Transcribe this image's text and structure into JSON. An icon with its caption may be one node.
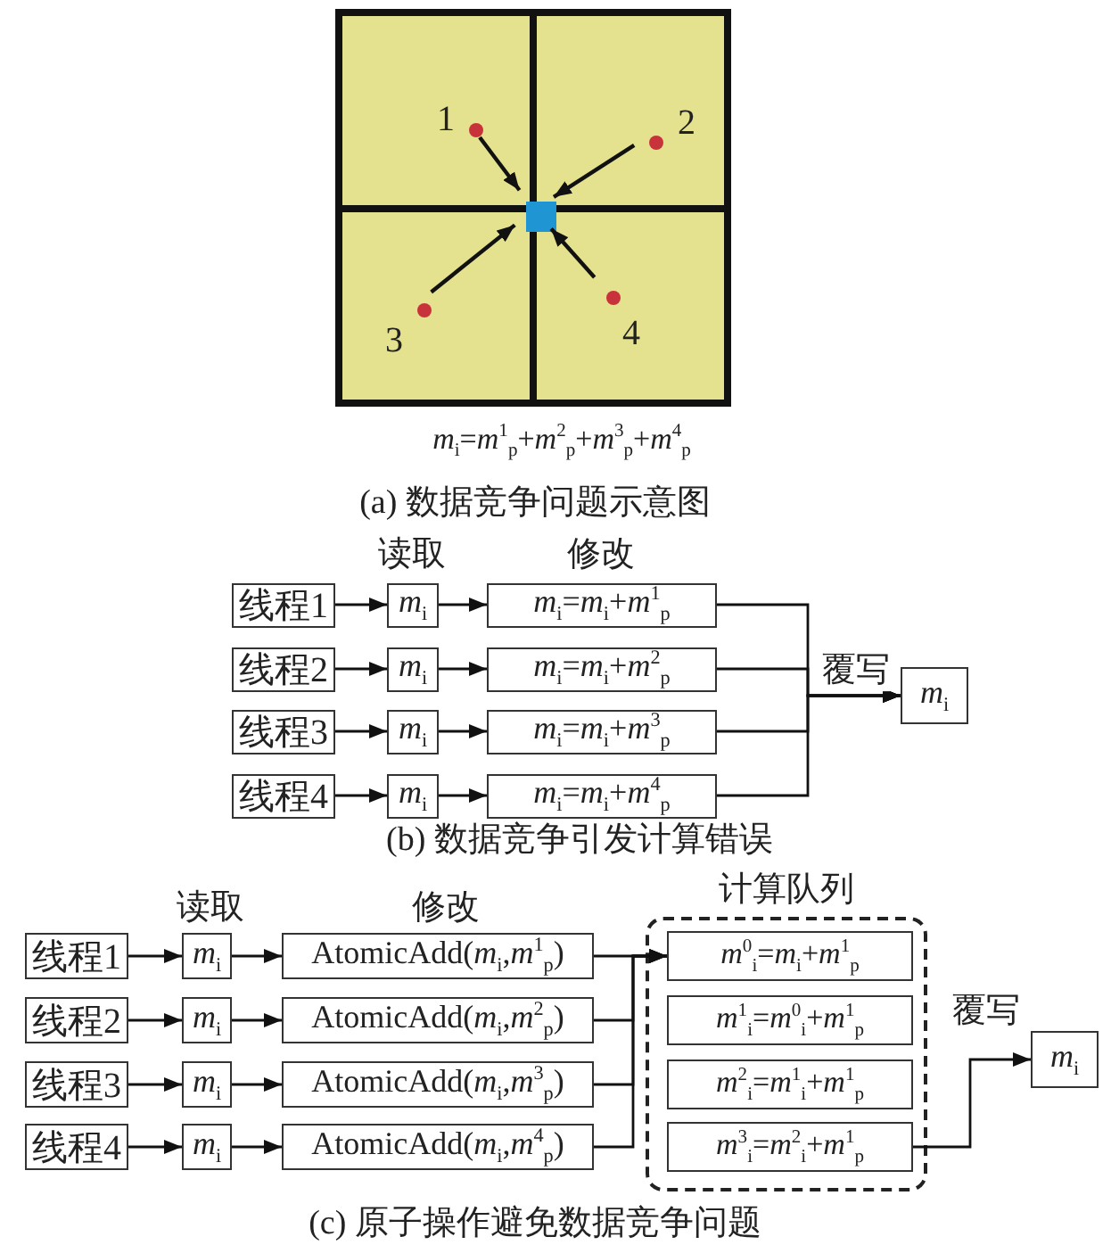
{
  "diagram": {
    "nodes": [
      {
        "text": [],
        "shape": "box"
      },
      {
        "text": [],
        "shape": "circle",
        "beside": [
          "1"
        ],
        "in": 0
      },
      {
        "text": [],
        "shape": "circle",
        "beside": [
          "2"
        ],
        "in": 0
      },
      {
        "text": [],
        "shape": "box",
        "in": 0
      },
      {
        "text": [],
        "shape": "circle",
        "beside": [
          "3"
        ],
        "in": 0
      },
      {
        "text": [],
        "shape": "circle",
        "beside": [
          "4"
        ],
        "in": 0
      },
      {
        "text": [
          "线程1"
        ]
      },
      {
        "text": [
          "*m*$_{i}$"
        ]
      },
      {
        "text": [
          "*m*$_{i}$=*m*$_{i}$+*m*$^{1}$$_{p}$"
        ]
      },
      {
        "text": [
          "线程2"
        ]
      },
      {
        "text": [
          "*m*$_{i}$"
        ]
      },
      {
        "text": [
          "*m*$_{i}$=*m*$_{i}$+*m*$^{2}$$_{p}$"
        ]
      },
      {
        "text": [
          "线程3"
        ]
      },
      {
        "text": [
          "*m*$_{i}$"
        ]
      },
      {
        "text": [
          "*m*$_{i}$=*m*$_{i}$+*m*$^{3}$$_{p}$"
        ]
      },
      {
        "text": [
          "线程4"
        ]
      },
      {
        "text": [
          "*m*$_{i}$"
        ]
      },
      {
        "text": [
          "*m*$_{i}$=*m*$_{i}$+*m*$^{4}$$_{p}$"
        ]
      },
      {
        "text": [
          "*m*$_{i}$"
        ]
      },
      {
        "text": [
          "线程1"
        ]
      },
      {
        "text": [
          "*m*$_{i}$"
        ]
      },
      {
        "text": [
          "AtomicAdd(*m*$_{i}$,*m*$^{1}$$_{p}$)"
        ]
      },
      {
        "text": [
          "计算队列"
        ]
      },
      {
        "text": [
          "*m*$^{0}$$_{i}$=*m*$_{i}$+*m*$^{1}$$_{p}$"
        ],
        "in": 22
      },
      {
        "text": [
          "线程2"
        ]
      },
      {
        "text": [
          "*m*$_{i}$"
        ]
      },
      {
        "text": [
          "AtomicAdd(*m*$_{i}$,*m*$^{2}$$_{p}$)"
        ]
      },
      {
        "text": [
          "*m*$^{1}$$_{i}$=*m*$^{0}$$_{i}$+*m*$^{1}$$_{p}$"
        ],
        "in": 22
      },
      {
        "text": [
          "线程3"
        ]
      },
      {
        "text": [
          "*m*$_{i}$"
        ]
      },
      {
        "text": [
          "AtomicAdd(*m*$_{i}$,*m*$^{3}$$_{p}$)"
        ]
      },
      {
        "text": [
          "*m*$^{2}$$_{i}$=*m*$^{1}$$_{i}$+*m*$^{1}$$_{p}$"
        ],
        "in": 22
      },
      {
        "text": [
          "线程4"
        ]
      },
      {
        "text": [
          "*m*$_{i}$"
        ]
      },
      {
        "text": [
          "AtomicAdd(*m*$_{i}$,*m*$^{4}$$_{p}$)"
        ]
      },
      {
        "text": [
          "*m*$^{3}$$_{i}$=*m*$^{2}$$_{i}$+*m*$^{1}$$_{p}$"
        ],
        "in": 22
      },
      {
        "text": [
          "*m*$_{i}$"
        ]
      }
    ],
    "edges": [
      {
        "from": 1,
        "to": 3,
        "arrow": "to"
      },
      {
        "from": 2,
        "to": 3,
        "arrow": "to"
      },
      {
        "from": 4,
        "to": 3,
        "arrow": "to"
      },
      {
        "from": 5,
        "to": 3,
        "arrow": "to"
      },
      {
        "from": 6,
        "to": 7,
        "arrow": "to"
      },
      {
        "from": 7,
        "to": 8,
        "arrow": "to"
      },
      {
        "from": 9,
        "to": 10,
        "arrow": "to"
      },
      {
        "from": 10,
        "to": 11,
        "arrow": "to"
      },
      {
        "from": 12,
        "to": 13,
        "arrow": "to"
      },
      {
        "from": 13,
        "to": 14,
        "arrow": "to"
      },
      {
        "from": 15,
        "to": 16,
        "arrow": "to"
      },
      {
        "from": 16,
        "to": 17,
        "arrow": "to"
      },
      {
        "from": 8,
        "to": 18,
        "arrow": "to",
        "label": "覆写"
      },
      {
        "from": 11,
        "to": 18,
        "arrow": "to"
      },
      {
        "from": 14,
        "to": 18,
        "arrow": "to"
      },
      {
        "from": 17,
        "to": 18,
        "arrow": "to"
      },
      {
        "from": 19,
        "to": 20,
        "arrow": "to"
      },
      {
        "from": 20,
        "to": 21,
        "arrow": "to"
      },
      {
        "from": 24,
        "to": 25,
        "arrow": "to"
      },
      {
        "from": 25,
        "to": 26,
        "arrow": "to"
      },
      {
        "from": 28,
        "to": 29,
        "arrow": "to"
      },
      {
        "from": 29,
        "to": 30,
        "arrow": "to"
      },
      {
        "from": 32,
        "to": 33,
        "arrow": "to"
      },
      {
        "from": 33,
        "to": 34,
        "arrow": "to"
      },
      {
        "from": 21,
        "to": 23,
        "arrow": "to"
      },
      {
        "from": 26,
        "to": 23,
        "arrow": "to"
      },
      {
        "from": 30,
        "to": 23,
        "arrow": "to"
      },
      {
        "from": 34,
        "to": 23,
        "arrow": "to"
      },
      {
        "from": 35,
        "to": 36,
        "arrow": "to",
        "label": "覆写"
      }
    ],
    "labels": [
      "*m*$_{i}$=*m*$^{1}$$_{p}$+*m*$^{2}$$_{p}$+*m*$^{3}$$_{p}$+*m*$^{4}$$_{p}$",
      "(a) 数据竞争问题示意图",
      "读取",
      "修改",
      "(b) 数据竞争引发计算错误",
      "读取",
      "修改",
      "(c) 原子操作避免数据竞争问题"
    ]
  }
}
